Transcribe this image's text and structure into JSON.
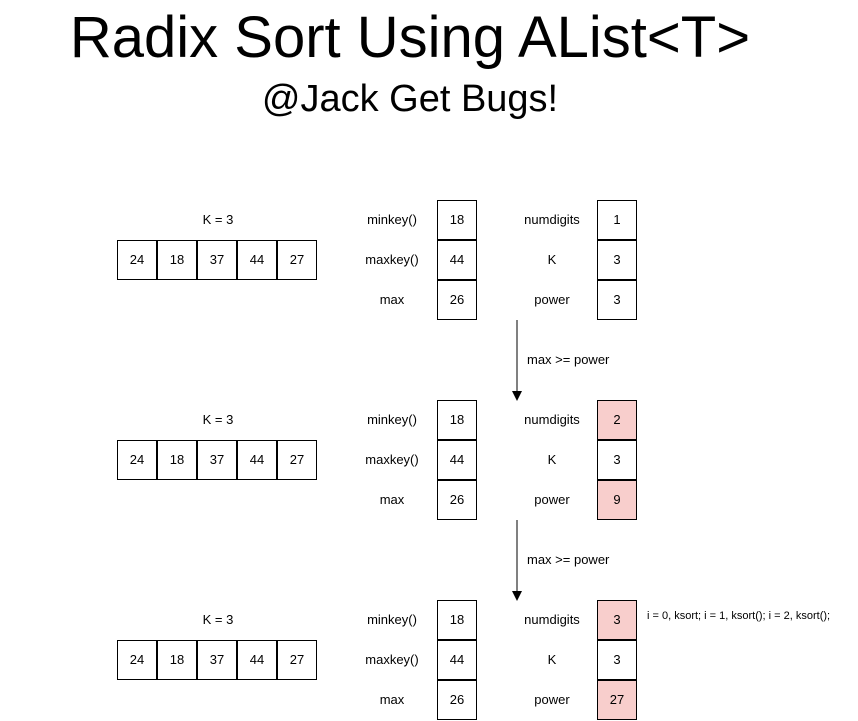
{
  "header": {
    "title": "Radix Sort Using AList<T>",
    "subtitle": "@Jack Get Bugs!"
  },
  "colors": {
    "highlight": "#f8cecc",
    "highlight_border": "#000000"
  },
  "states": [
    {
      "k_label": "K = 3",
      "array": [
        "24",
        "18",
        "37",
        "44",
        "27"
      ],
      "left_labels": [
        "minkey()",
        "maxkey()",
        "max"
      ],
      "left_values": [
        "18",
        "44",
        "26"
      ],
      "right_labels": [
        "numdigits",
        "K",
        "power"
      ],
      "right_values": [
        "1",
        "3",
        "3"
      ],
      "right_highlight": [
        false,
        false,
        false
      ]
    },
    {
      "k_label": "K = 3",
      "array": [
        "24",
        "18",
        "37",
        "44",
        "27"
      ],
      "left_labels": [
        "minkey()",
        "maxkey()",
        "max"
      ],
      "left_values": [
        "18",
        "44",
        "26"
      ],
      "right_labels": [
        "numdigits",
        "K",
        "power"
      ],
      "right_values": [
        "2",
        "3",
        "9"
      ],
      "right_highlight": [
        true,
        false,
        true
      ]
    },
    {
      "k_label": "K = 3",
      "array": [
        "24",
        "18",
        "37",
        "44",
        "27"
      ],
      "left_labels": [
        "minkey()",
        "maxkey()",
        "max"
      ],
      "left_values": [
        "18",
        "44",
        "26"
      ],
      "right_labels": [
        "numdigits",
        "K",
        "power"
      ],
      "right_values": [
        "3",
        "3",
        "27"
      ],
      "right_highlight": [
        true,
        false,
        true
      ]
    }
  ],
  "transitions": [
    {
      "label": "max >= power"
    },
    {
      "label": "max >= power"
    }
  ],
  "note": "i = 0, ksort; i = 1, ksort(); i = 2, ksort();"
}
